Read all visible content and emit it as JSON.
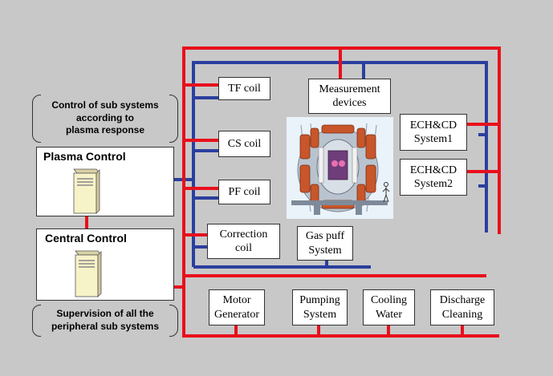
{
  "annotations": {
    "top_note": "Control of sub systems\naccording to\nplasma response",
    "bottom_note": "Supervision of all the\nperipheral sub systems"
  },
  "controls": {
    "plasma_control": "Plasma Control",
    "central_control": "Central Control"
  },
  "subsystems": {
    "tf_coil": "TF coil",
    "cs_coil": "CS coil",
    "pf_coil": "PF coil",
    "correction_coil": "Correction\ncoil",
    "measurement": "Measurement\ndevices",
    "gas_puff": "Gas puff\nSystem",
    "echcd1": "ECH&CD\nSystem1",
    "echcd2": "ECH&CD\nSystem2",
    "motor_generator": "Motor\nGenerator",
    "pumping": "Pumping\nSystem",
    "cooling": "Cooling\nWater",
    "discharge": "Discharge\nCleaning"
  },
  "colors": {
    "background": "#c8c8c8",
    "red_line": "#e8101c",
    "blue_line": "#2b3f9e"
  }
}
